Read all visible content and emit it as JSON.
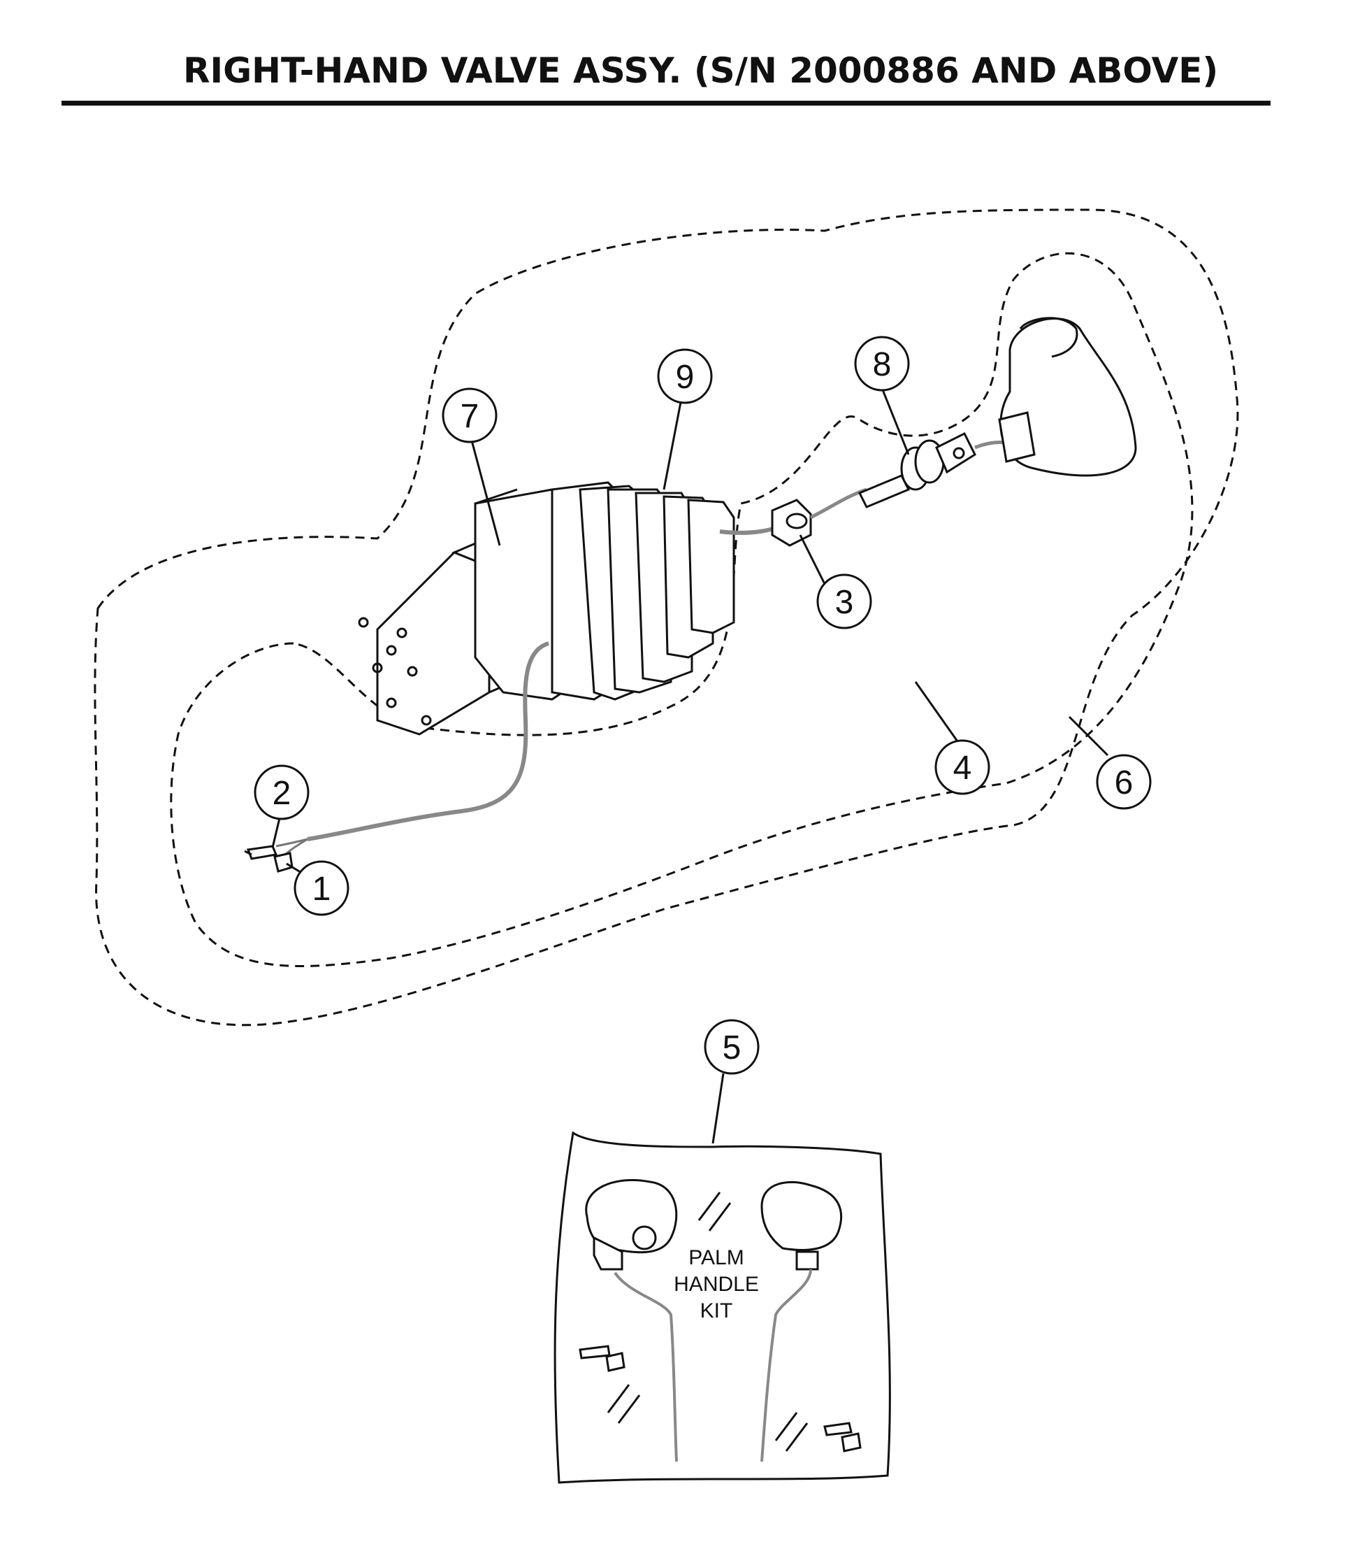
{
  "title": "RIGHT-HAND VALVE ASSY. (S/N 2000886 AND ABOVE)",
  "callouts": [
    "1",
    "2",
    "3",
    "4",
    "5",
    "6",
    "7",
    "8",
    "9"
  ],
  "kit_label": [
    "PALM",
    "HANDLE",
    "KIT"
  ],
  "colors": {
    "ink": "#111111",
    "wire": "#888888",
    "paper": "#ffffff"
  }
}
